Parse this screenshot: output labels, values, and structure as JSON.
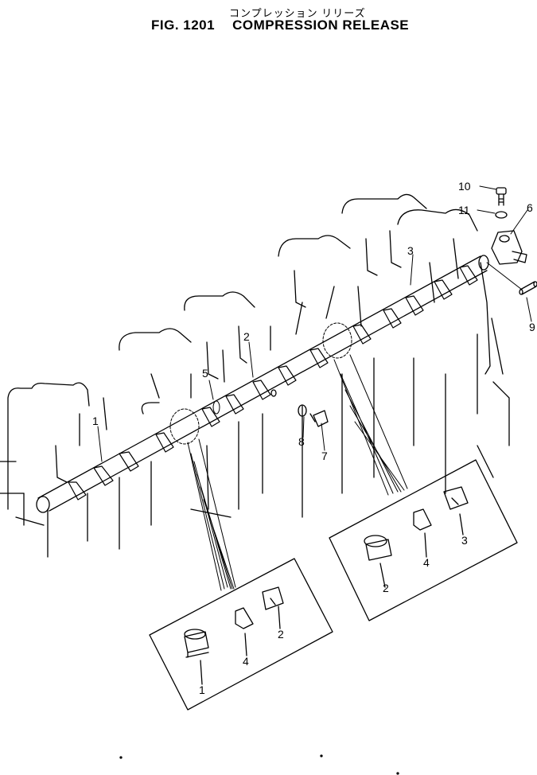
{
  "header": {
    "jp_title": "コンプレッション リリーズ",
    "fig_no": "FIG. 1201",
    "title": "COMPRESSION RELEASE"
  },
  "callouts": {
    "n1": "1",
    "n2": "2",
    "n3": "3",
    "n4": "4",
    "n5": "5",
    "n6": "6",
    "n7": "7",
    "n8": "8",
    "n9": "9",
    "n10": "10",
    "n11": "11"
  },
  "detail_left": {
    "labels": [
      "1",
      "4",
      "2"
    ]
  },
  "detail_right": {
    "labels": [
      "2",
      "4",
      "3"
    ]
  }
}
